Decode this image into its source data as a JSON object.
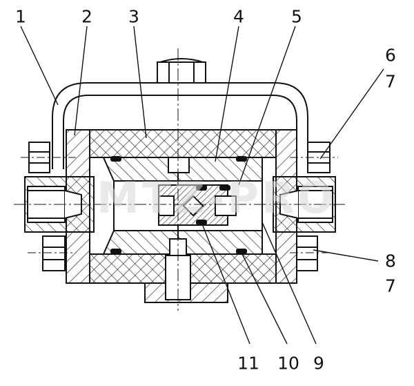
{
  "diagram": {
    "callouts": [
      "1",
      "2",
      "3",
      "4",
      "5",
      "6",
      "7",
      "8",
      "7",
      "9",
      "10",
      "11"
    ],
    "watermark": "MTZ-PRO"
  }
}
